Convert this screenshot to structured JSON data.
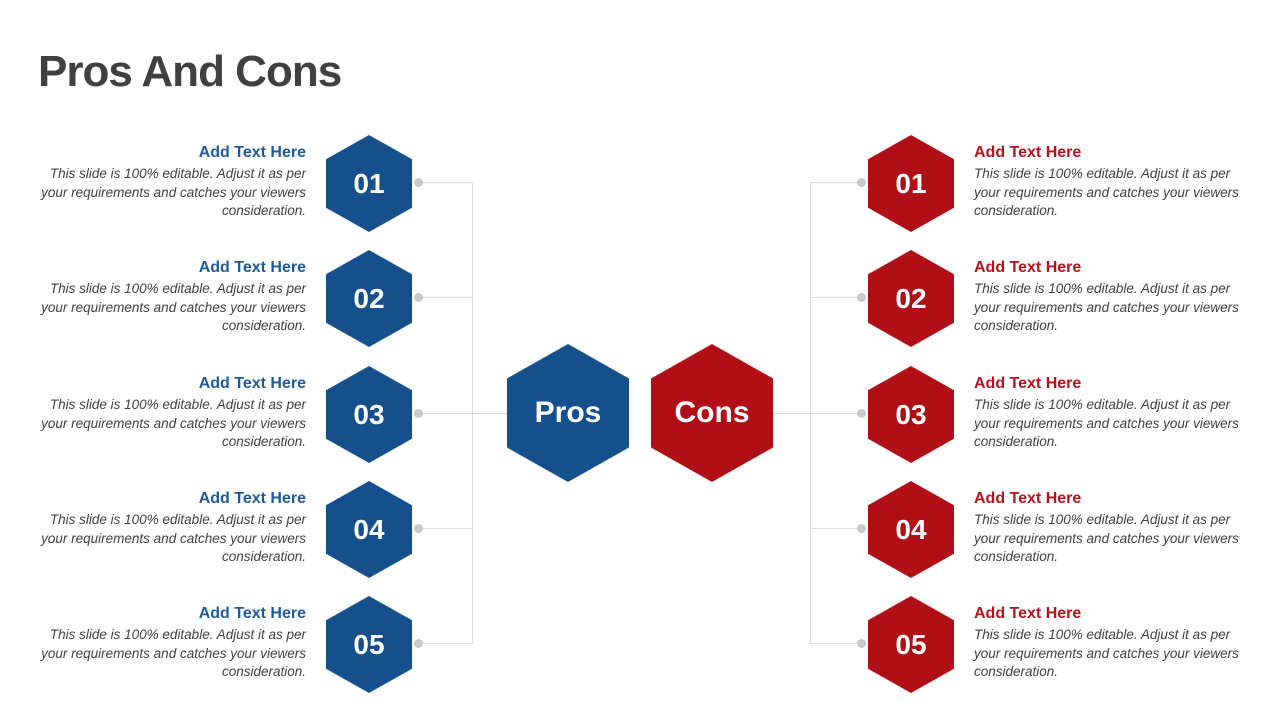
{
  "title": "Pros And Cons",
  "colors": {
    "blue": "#15508C",
    "red": "#B00F16",
    "heading-blue": "#1C5A9A",
    "heading-red": "#B5121B",
    "body-text": "#3F3F3F",
    "title-text": "#404040",
    "line": "#DCDCDC",
    "dot": "#C9C9C9"
  },
  "center": {
    "pros_label": "Pros",
    "cons_label": "Cons"
  },
  "pros_items": [
    {
      "number": "01",
      "heading": "Add Text Here",
      "body": "This slide is 100% editable. Adjust it as per your requirements and catches your viewers consideration."
    },
    {
      "number": "02",
      "heading": "Add Text Here",
      "body": "This slide is 100% editable. Adjust it as per your requirements and catches your viewers consideration."
    },
    {
      "number": "03",
      "heading": "Add Text Here",
      "body": "This slide is 100% editable. Adjust it as per your requirements and catches your viewers consideration."
    },
    {
      "number": "04",
      "heading": "Add Text Here",
      "body": "This slide is 100% editable. Adjust it as per your requirements and catches your viewers consideration."
    },
    {
      "number": "05",
      "heading": "Add Text Here",
      "body": "This slide is 100% editable. Adjust it as per your requirements and catches your viewers consideration."
    }
  ],
  "cons_items": [
    {
      "number": "01",
      "heading": "Add Text Here",
      "body": "This slide is 100% editable. Adjust it as per your requirements and catches your viewers consideration."
    },
    {
      "number": "02",
      "heading": "Add Text Here",
      "body": "This slide is 100% editable. Adjust it as per your requirements and catches your viewers consideration."
    },
    {
      "number": "03",
      "heading": "Add Text Here",
      "body": "This slide is 100% editable. Adjust it as per your requirements and catches your viewers consideration."
    },
    {
      "number": "04",
      "heading": "Add Text Here",
      "body": "This slide is 100% editable. Adjust it as per your requirements and catches your viewers consideration."
    },
    {
      "number": "05",
      "heading": "Add Text Here",
      "body": "This slide is 100% editable. Adjust it as per your requirements and catches your viewers consideration."
    }
  ]
}
